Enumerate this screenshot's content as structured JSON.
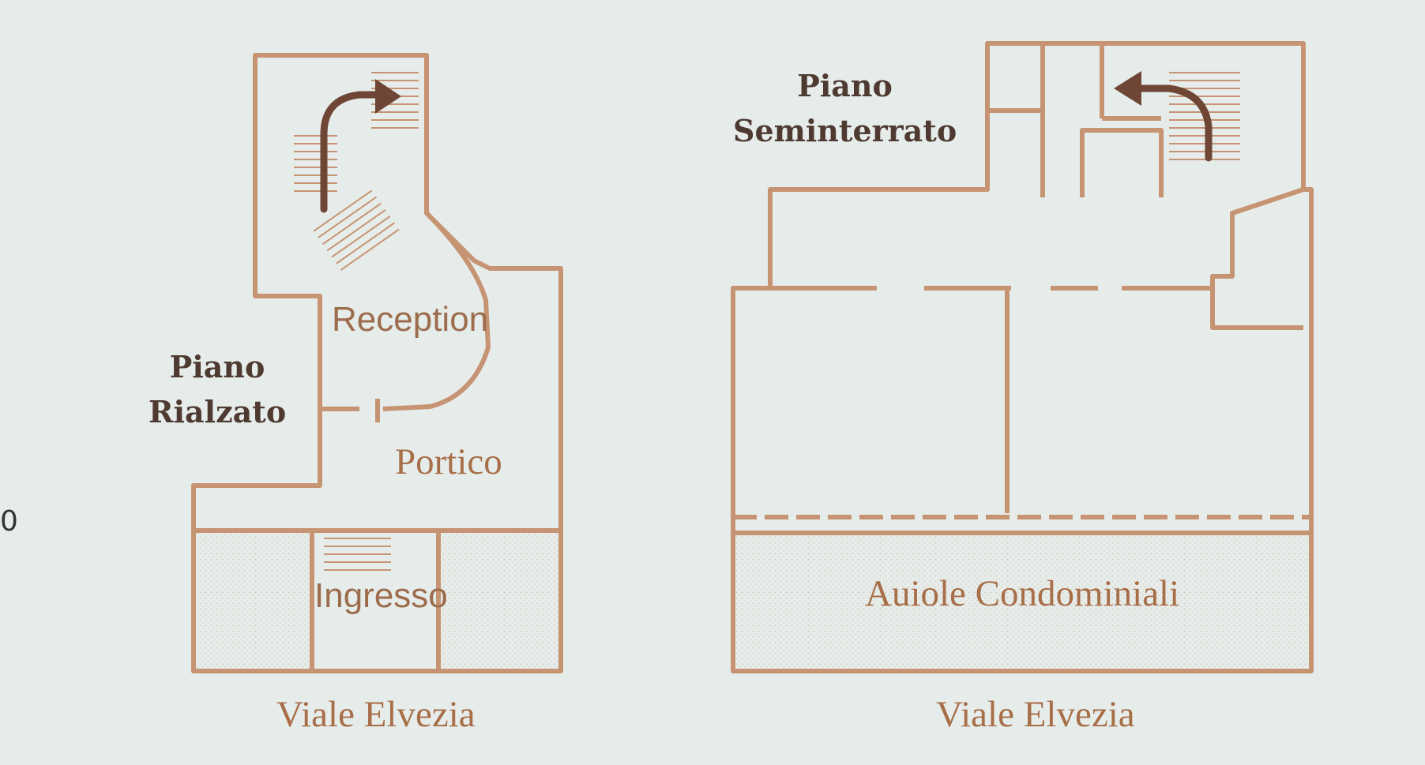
{
  "left_plan": {
    "floor_title_line1": "Piano",
    "floor_title_line2": "Rialzato",
    "room_reception": "Reception",
    "room_portico": "Portico",
    "room_ingresso": "Ingresso",
    "street_label": "Viale Elvezia"
  },
  "right_plan": {
    "floor_title_line1": "Piano",
    "floor_title_line2": "Seminterrato",
    "flowerbeds_label": "Auiole Condominiali",
    "street_label": "Viale Elvezia"
  },
  "edge_mark": "0",
  "colors": {
    "background": "#e6ecea",
    "wall": "#c79473",
    "arrow": "#6f4635",
    "title_text": "#4e3a31"
  }
}
